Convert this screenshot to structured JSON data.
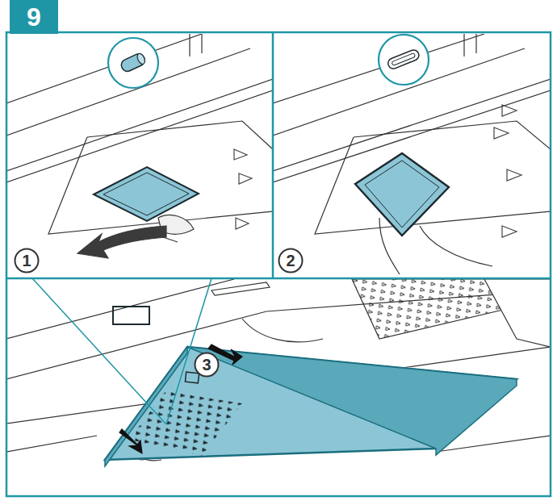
{
  "diagram": {
    "nodes": [
      {
        "text": [
          "9"
        ]
      },
      {
        "text": [
          "1"
        ]
      },
      {
        "text": [
          "2"
        ]
      },
      {
        "text": [
          "3"
        ]
      }
    ]
  }
}
